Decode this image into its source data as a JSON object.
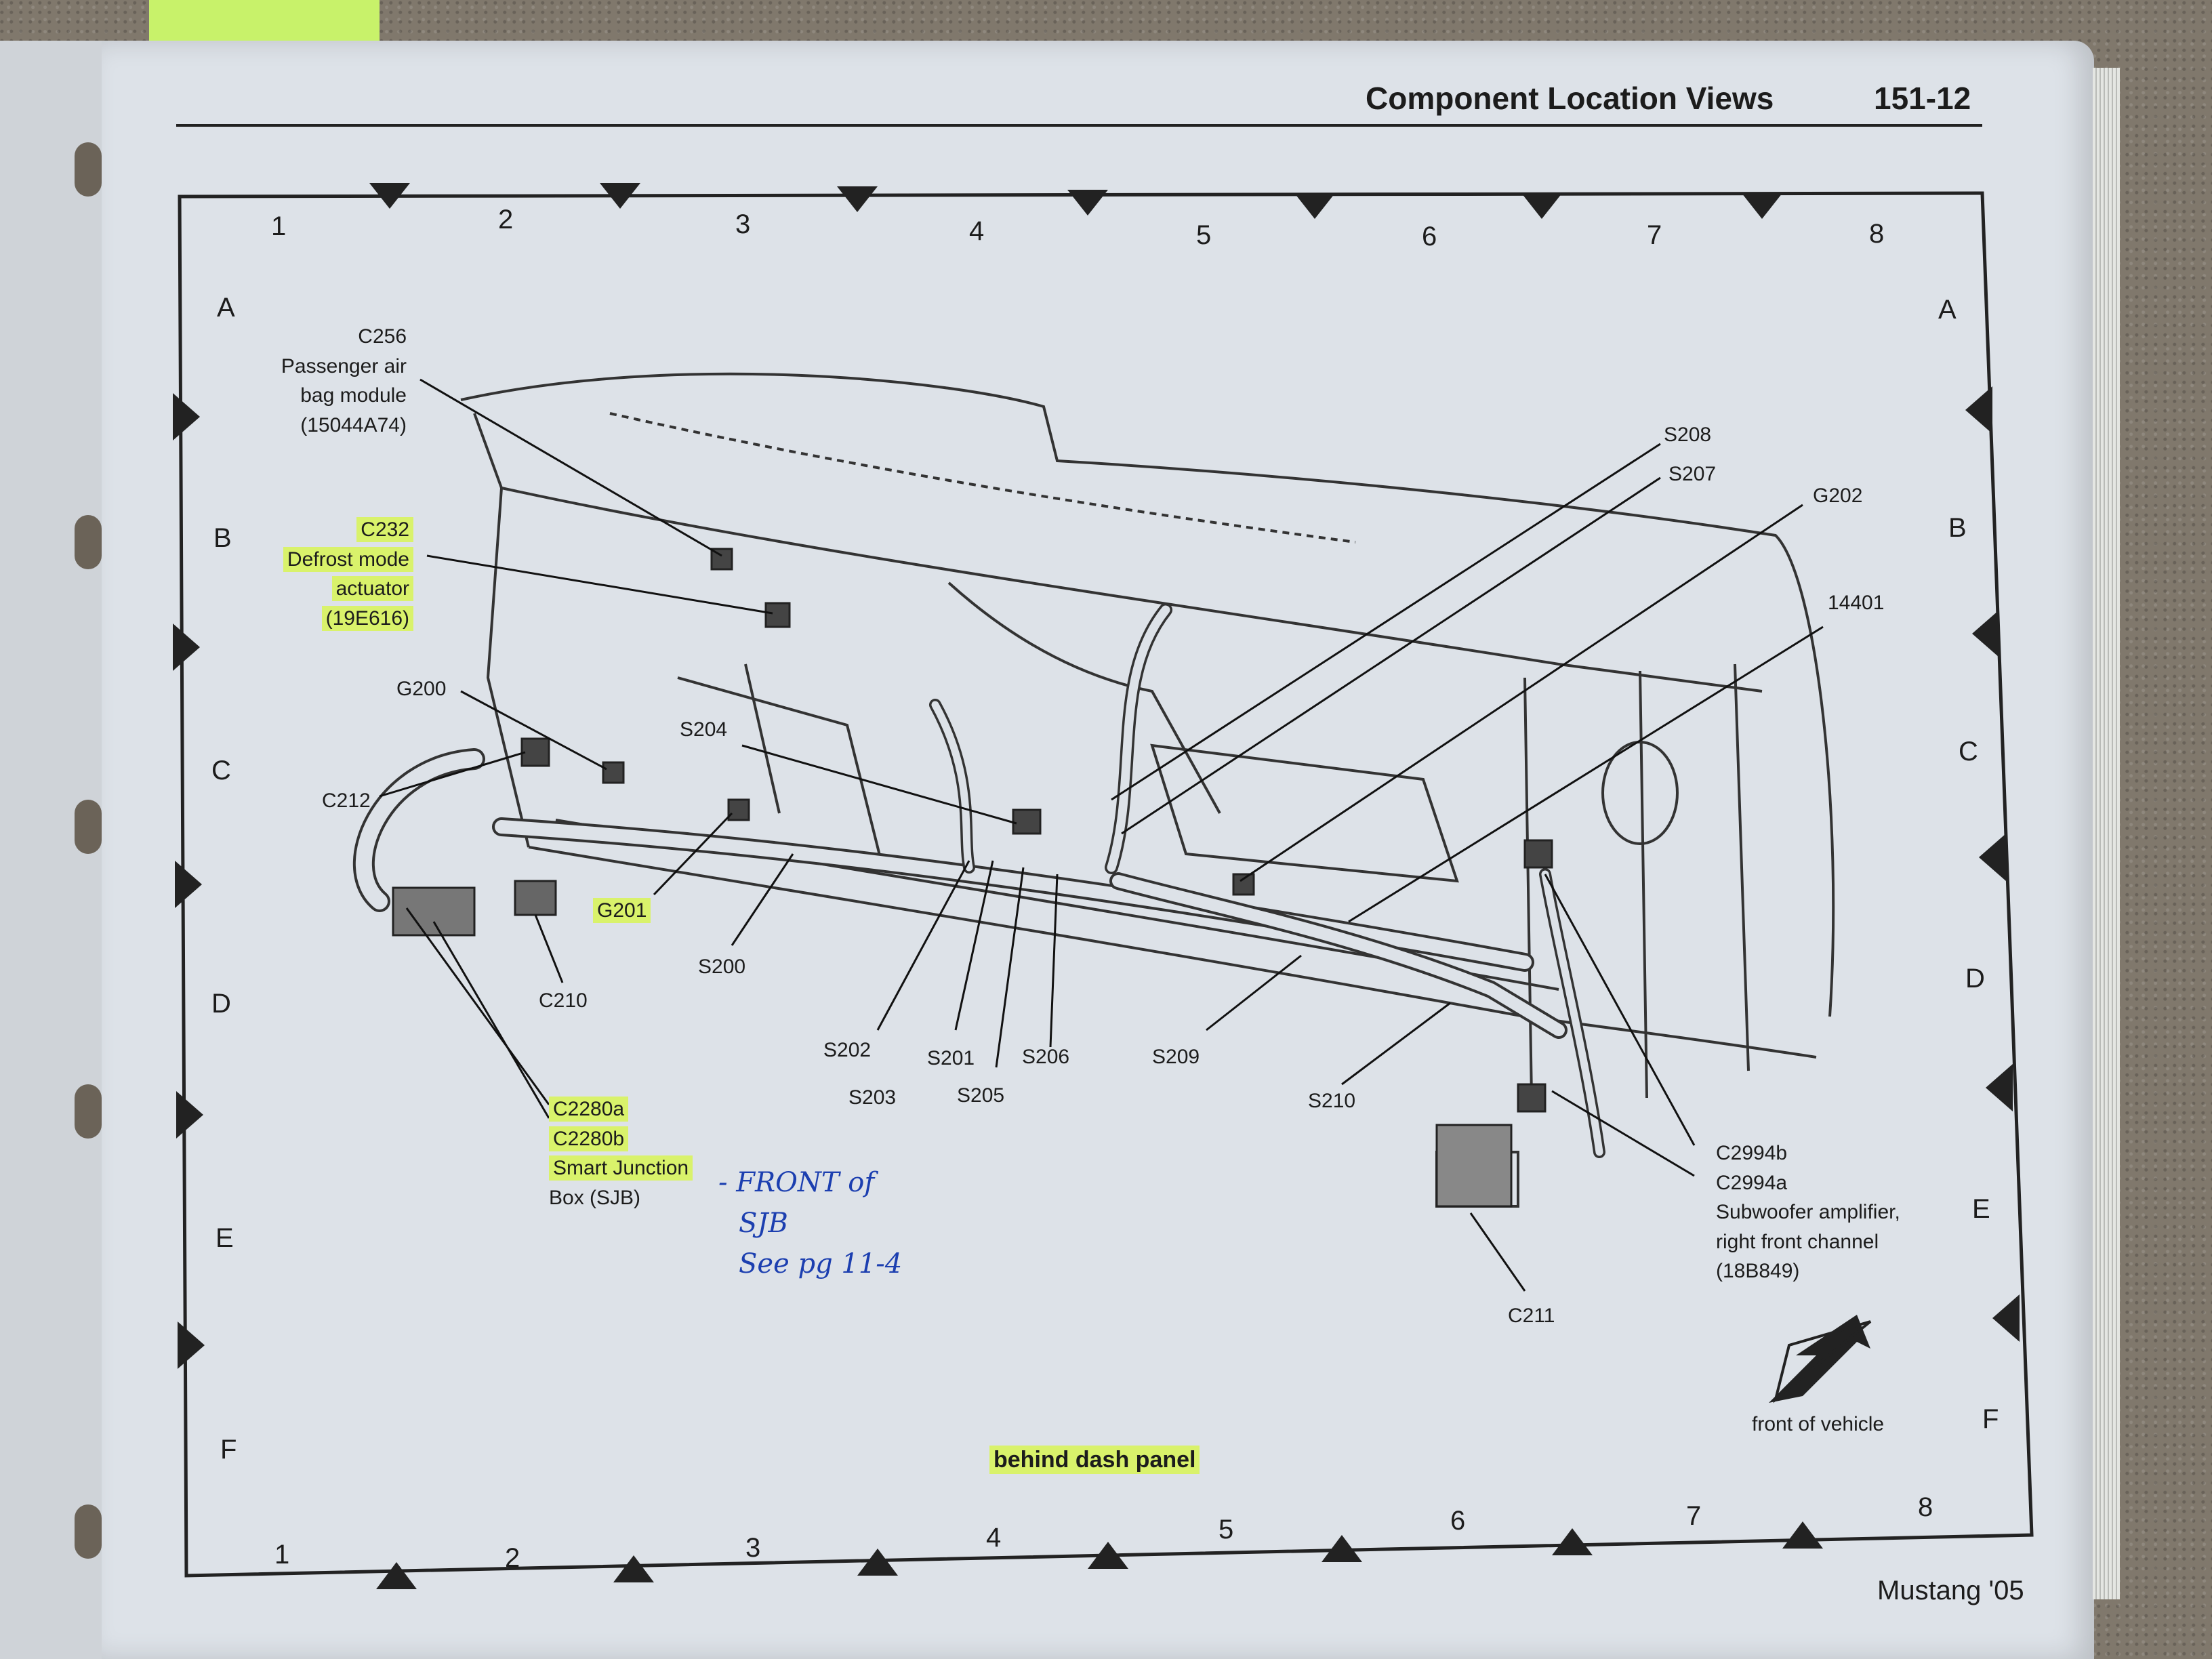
{
  "header": {
    "title": "Component Location Views",
    "page": "151-12"
  },
  "footer": {
    "model": "Mustang '05"
  },
  "grid": {
    "columns": [
      "1",
      "2",
      "3",
      "4",
      "5",
      "6",
      "7",
      "8"
    ],
    "rows": [
      "A",
      "B",
      "C",
      "D",
      "E",
      "F"
    ]
  },
  "labels": {
    "c256": [
      "C256",
      "Passenger air",
      "bag module",
      "(15044A74)"
    ],
    "c232": [
      "C232",
      "Defrost mode",
      "actuator",
      "(19E616)"
    ],
    "g200": "G200",
    "c212": "C212",
    "s204": "S204",
    "g201": "G201",
    "s200": "S200",
    "c210": "C210",
    "s208": "S208",
    "s207": "S207",
    "g202": "G202",
    "n14401": "14401",
    "s202": "S202",
    "s203": "S203",
    "s201": "S201",
    "s205": "S205",
    "s206": "S206",
    "s209": "S209",
    "s210": "S210",
    "sjb": [
      "C2280a",
      "C2280b",
      "Smart Junction",
      "Box (SJB)"
    ],
    "amp": [
      "C2994b",
      "C2994a",
      "Subwoofer amplifier,",
      "right front channel",
      "(18B849)"
    ],
    "c211": "C211",
    "front": "front of vehicle",
    "behind": "behind dash panel"
  },
  "handwritten": [
    "- FRONT of",
    "SJB",
    "See pg 11-4"
  ],
  "colors": {
    "highlight": "#d9f26b",
    "ink": "#1c3fb0",
    "paper": "#dde2e8"
  }
}
